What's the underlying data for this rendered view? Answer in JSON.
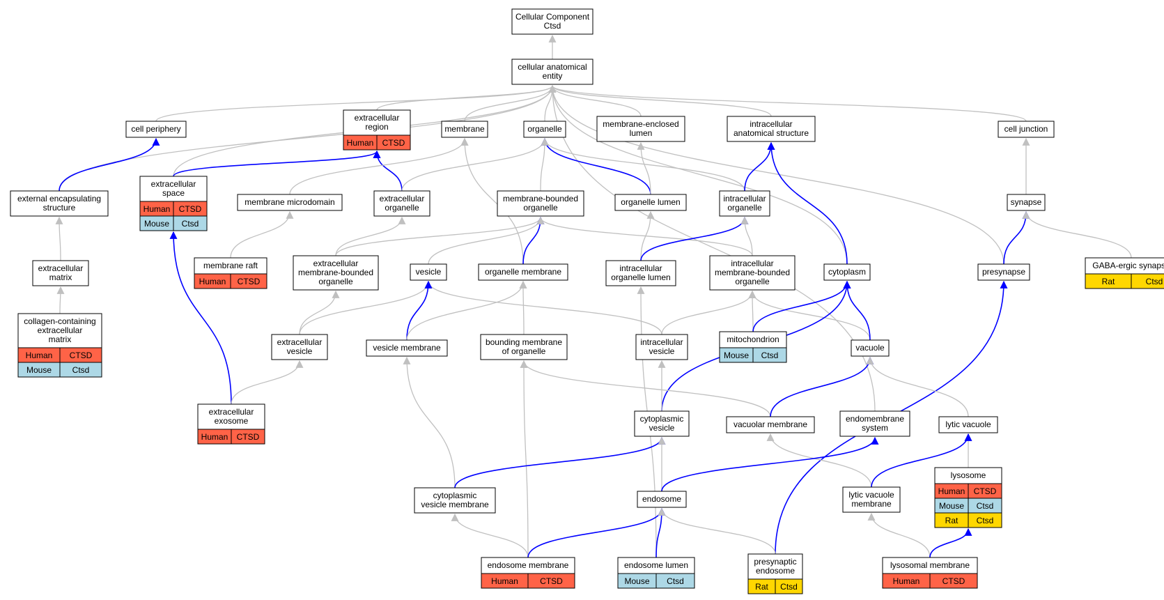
{
  "colors": {
    "Human": "#ff6347",
    "Mouse": "#add8e6",
    "Rat": "#ffd700",
    "is_a_edge": "#c0c0c0",
    "part_of_edge": "#0000ff"
  },
  "nodes": [
    {
      "id": "root",
      "lines": [
        "Cellular Component",
        "Ctsd"
      ],
      "annotations": []
    },
    {
      "id": "cae",
      "lines": [
        "cellular anatomical",
        "entity"
      ],
      "annotations": []
    },
    {
      "id": "cell_periphery",
      "lines": [
        "cell periphery"
      ],
      "annotations": []
    },
    {
      "id": "extracellular_region",
      "lines": [
        "extracellular",
        "region"
      ],
      "annotations": [
        {
          "species": "Human",
          "gene": "CTSD"
        }
      ]
    },
    {
      "id": "membrane",
      "lines": [
        "membrane"
      ],
      "annotations": []
    },
    {
      "id": "organelle",
      "lines": [
        "organelle"
      ],
      "annotations": []
    },
    {
      "id": "membrane_enclosed_lumen",
      "lines": [
        "membrane-enclosed",
        "lumen"
      ],
      "annotations": []
    },
    {
      "id": "intracellular_anatomical",
      "lines": [
        "intracellular",
        "anatomical structure"
      ],
      "annotations": []
    },
    {
      "id": "cell_junction",
      "lines": [
        "cell junction"
      ],
      "annotations": []
    },
    {
      "id": "external_encapsulating",
      "lines": [
        "external encapsulating",
        "structure"
      ],
      "annotations": []
    },
    {
      "id": "extracellular_space",
      "lines": [
        "extracellular",
        "space"
      ],
      "annotations": [
        {
          "species": "Human",
          "gene": "CTSD"
        },
        {
          "species": "Mouse",
          "gene": "Ctsd"
        }
      ]
    },
    {
      "id": "membrane_microdomain",
      "lines": [
        "membrane microdomain"
      ],
      "annotations": []
    },
    {
      "id": "extracellular_organelle",
      "lines": [
        "extracellular",
        "organelle"
      ],
      "annotations": []
    },
    {
      "id": "membrane_bounded_organelle",
      "lines": [
        "membrane-bounded",
        "organelle"
      ],
      "annotations": []
    },
    {
      "id": "organelle_lumen",
      "lines": [
        "organelle lumen"
      ],
      "annotations": []
    },
    {
      "id": "intracellular_organelle",
      "lines": [
        "intracellular",
        "organelle"
      ],
      "annotations": []
    },
    {
      "id": "synapse",
      "lines": [
        "synapse"
      ],
      "annotations": []
    },
    {
      "id": "extracellular_matrix",
      "lines": [
        "extracellular",
        "matrix"
      ],
      "annotations": []
    },
    {
      "id": "membrane_raft",
      "lines": [
        "membrane raft"
      ],
      "annotations": [
        {
          "species": "Human",
          "gene": "CTSD"
        }
      ]
    },
    {
      "id": "ec_mb_organelle",
      "lines": [
        "extracellular",
        "membrane-bounded",
        "organelle"
      ],
      "annotations": []
    },
    {
      "id": "vesicle",
      "lines": [
        "vesicle"
      ],
      "annotations": []
    },
    {
      "id": "organelle_membrane",
      "lines": [
        "organelle membrane"
      ],
      "annotations": []
    },
    {
      "id": "intracellular_organelle_lumen",
      "lines": [
        "intracellular",
        "organelle lumen"
      ],
      "annotations": []
    },
    {
      "id": "ic_mb_organelle",
      "lines": [
        "intracellular",
        "membrane-bounded",
        "organelle"
      ],
      "annotations": []
    },
    {
      "id": "cytoplasm",
      "lines": [
        "cytoplasm"
      ],
      "annotations": []
    },
    {
      "id": "presynapse",
      "lines": [
        "presynapse"
      ],
      "annotations": []
    },
    {
      "id": "gaba_synapse",
      "lines": [
        "GABA-ergic synapse"
      ],
      "annotations": [
        {
          "species": "Rat",
          "gene": "Ctsd"
        }
      ]
    },
    {
      "id": "collagen_ecm",
      "lines": [
        "collagen-containing",
        "extracellular",
        "matrix"
      ],
      "annotations": [
        {
          "species": "Human",
          "gene": "CTSD"
        },
        {
          "species": "Mouse",
          "gene": "Ctsd"
        }
      ]
    },
    {
      "id": "extracellular_vesicle",
      "lines": [
        "extracellular",
        "vesicle"
      ],
      "annotations": []
    },
    {
      "id": "vesicle_membrane",
      "lines": [
        "vesicle membrane"
      ],
      "annotations": []
    },
    {
      "id": "bounding_membrane",
      "lines": [
        "bounding membrane",
        "of organelle"
      ],
      "annotations": []
    },
    {
      "id": "intracellular_vesicle",
      "lines": [
        "intracellular",
        "vesicle"
      ],
      "annotations": []
    },
    {
      "id": "mitochondrion",
      "lines": [
        "mitochondrion"
      ],
      "annotations": [
        {
          "species": "Mouse",
          "gene": "Ctsd"
        }
      ]
    },
    {
      "id": "vacuole",
      "lines": [
        "vacuole"
      ],
      "annotations": []
    },
    {
      "id": "extracellular_exosome",
      "lines": [
        "extracellular",
        "exosome"
      ],
      "annotations": [
        {
          "species": "Human",
          "gene": "CTSD"
        }
      ]
    },
    {
      "id": "cytoplasmic_vesicle",
      "lines": [
        "cytoplasmic",
        "vesicle"
      ],
      "annotations": []
    },
    {
      "id": "vacuolar_membrane",
      "lines": [
        "vacuolar membrane"
      ],
      "annotations": []
    },
    {
      "id": "endomembrane_system",
      "lines": [
        "endomembrane",
        "system"
      ],
      "annotations": []
    },
    {
      "id": "lytic_vacuole",
      "lines": [
        "lytic vacuole"
      ],
      "annotations": []
    },
    {
      "id": "lysosome",
      "lines": [
        "lysosome"
      ],
      "annotations": [
        {
          "species": "Human",
          "gene": "CTSD"
        },
        {
          "species": "Mouse",
          "gene": "Ctsd"
        },
        {
          "species": "Rat",
          "gene": "Ctsd"
        }
      ]
    },
    {
      "id": "cytoplasmic_vesicle_membrane",
      "lines": [
        "cytoplasmic",
        "vesicle membrane"
      ],
      "annotations": []
    },
    {
      "id": "endosome",
      "lines": [
        "endosome"
      ],
      "annotations": []
    },
    {
      "id": "lytic_vacuole_membrane",
      "lines": [
        "lytic vacuole",
        "membrane"
      ],
      "annotations": []
    },
    {
      "id": "endosome_membrane",
      "lines": [
        "endosome membrane"
      ],
      "annotations": [
        {
          "species": "Human",
          "gene": "CTSD"
        }
      ]
    },
    {
      "id": "endosome_lumen",
      "lines": [
        "endosome lumen"
      ],
      "annotations": [
        {
          "species": "Mouse",
          "gene": "Ctsd"
        }
      ]
    },
    {
      "id": "presynaptic_endosome",
      "lines": [
        "presynaptic",
        "endosome"
      ],
      "annotations": [
        {
          "species": "Rat",
          "gene": "Ctsd"
        }
      ]
    },
    {
      "id": "lysosomal_membrane",
      "lines": [
        "lysosomal membrane"
      ],
      "annotations": [
        {
          "species": "Human",
          "gene": "CTSD"
        }
      ]
    }
  ],
  "edges": [
    {
      "from": "cae",
      "to": "root",
      "type": "is_a"
    },
    {
      "from": "cell_periphery",
      "to": "cae",
      "type": "is_a"
    },
    {
      "from": "extracellular_region",
      "to": "cae",
      "type": "is_a"
    },
    {
      "from": "membrane",
      "to": "cae",
      "type": "is_a"
    },
    {
      "from": "organelle",
      "to": "cae",
      "type": "is_a"
    },
    {
      "from": "membrane_enclosed_lumen",
      "to": "cae",
      "type": "is_a"
    },
    {
      "from": "intracellular_anatomical",
      "to": "cae",
      "type": "is_a"
    },
    {
      "from": "cell_junction",
      "to": "cae",
      "type": "is_a"
    },
    {
      "from": "external_encapsulating",
      "to": "cae",
      "type": "is_a"
    },
    {
      "from": "extracellular_space",
      "to": "cae",
      "type": "is_a"
    },
    {
      "from": "cytoplasm",
      "to": "cae",
      "type": "is_a"
    },
    {
      "from": "presynapse",
      "to": "cae",
      "type": "is_a"
    },
    {
      "from": "endomembrane_system",
      "to": "cae",
      "type": "is_a"
    },
    {
      "from": "external_encapsulating",
      "to": "cell_periphery",
      "type": "part_of"
    },
    {
      "from": "extracellular_space",
      "to": "extracellular_region",
      "type": "part_of"
    },
    {
      "from": "extracellular_organelle",
      "to": "extracellular_region",
      "type": "part_of"
    },
    {
      "from": "membrane_microdomain",
      "to": "membrane",
      "type": "is_a"
    },
    {
      "from": "organelle_membrane",
      "to": "membrane",
      "type": "is_a"
    },
    {
      "from": "extracellular_organelle",
      "to": "organelle",
      "type": "is_a"
    },
    {
      "from": "membrane_bounded_organelle",
      "to": "organelle",
      "type": "is_a"
    },
    {
      "from": "organelle_lumen",
      "to": "organelle",
      "type": "part_of"
    },
    {
      "from": "intracellular_organelle",
      "to": "organelle",
      "type": "is_a"
    },
    {
      "from": "organelle_lumen",
      "to": "membrane_enclosed_lumen",
      "type": "is_a"
    },
    {
      "from": "intracellular_organelle",
      "to": "intracellular_anatomical",
      "type": "part_of"
    },
    {
      "from": "cytoplasm",
      "to": "intracellular_anatomical",
      "type": "part_of"
    },
    {
      "from": "synapse",
      "to": "cell_junction",
      "type": "is_a"
    },
    {
      "from": "extracellular_matrix",
      "to": "external_encapsulating",
      "type": "is_a"
    },
    {
      "from": "extracellular_exosome",
      "to": "extracellular_space",
      "type": "part_of"
    },
    {
      "from": "membrane_raft",
      "to": "membrane_microdomain",
      "type": "is_a"
    },
    {
      "from": "ec_mb_organelle",
      "to": "extracellular_organelle",
      "type": "is_a"
    },
    {
      "from": "ec_mb_organelle",
      "to": "membrane_bounded_organelle",
      "type": "is_a"
    },
    {
      "from": "vesicle",
      "to": "membrane_bounded_organelle",
      "type": "is_a"
    },
    {
      "from": "organelle_membrane",
      "to": "membrane_bounded_organelle",
      "type": "part_of"
    },
    {
      "from": "ic_mb_organelle",
      "to": "membrane_bounded_organelle",
      "type": "is_a"
    },
    {
      "from": "intracellular_organelle_lumen",
      "to": "organelle_lumen",
      "type": "is_a"
    },
    {
      "from": "intracellular_organelle_lumen",
      "to": "intracellular_organelle",
      "type": "part_of"
    },
    {
      "from": "ic_mb_organelle",
      "to": "intracellular_organelle",
      "type": "is_a"
    },
    {
      "from": "presynapse",
      "to": "synapse",
      "type": "part_of"
    },
    {
      "from": "gaba_synapse",
      "to": "synapse",
      "type": "is_a"
    },
    {
      "from": "collagen_ecm",
      "to": "extracellular_matrix",
      "type": "is_a"
    },
    {
      "from": "extracellular_vesicle",
      "to": "ec_mb_organelle",
      "type": "is_a"
    },
    {
      "from": "extracellular_vesicle",
      "to": "vesicle",
      "type": "is_a"
    },
    {
      "from": "intracellular_vesicle",
      "to": "vesicle",
      "type": "is_a"
    },
    {
      "from": "vesicle_membrane",
      "to": "vesicle",
      "type": "part_of"
    },
    {
      "from": "vesicle_membrane",
      "to": "organelle_membrane",
      "type": "is_a"
    },
    {
      "from": "bounding_membrane",
      "to": "organelle_membrane",
      "type": "is_a"
    },
    {
      "from": "endosome_lumen",
      "to": "intracellular_organelle_lumen",
      "type": "is_a"
    },
    {
      "from": "intracellular_vesicle",
      "to": "ic_mb_organelle",
      "type": "is_a"
    },
    {
      "from": "mitochondrion",
      "to": "ic_mb_organelle",
      "type": "is_a"
    },
    {
      "from": "vacuole",
      "to": "ic_mb_organelle",
      "type": "is_a"
    },
    {
      "from": "mitochondrion",
      "to": "cytoplasm",
      "type": "part_of"
    },
    {
      "from": "vacuole",
      "to": "cytoplasm",
      "type": "part_of"
    },
    {
      "from": "cytoplasmic_vesicle",
      "to": "cytoplasm",
      "type": "part_of"
    },
    {
      "from": "presynaptic_endosome",
      "to": "presynapse",
      "type": "part_of"
    },
    {
      "from": "extracellular_exosome",
      "to": "extracellular_vesicle",
      "type": "is_a"
    },
    {
      "from": "cytoplasmic_vesicle_membrane",
      "to": "vesicle_membrane",
      "type": "is_a"
    },
    {
      "from": "vacuolar_membrane",
      "to": "bounding_membrane",
      "type": "is_a"
    },
    {
      "from": "endosome_membrane",
      "to": "bounding_membrane",
      "type": "is_a"
    },
    {
      "from": "cytoplasmic_vesicle",
      "to": "intracellular_vesicle",
      "type": "is_a"
    },
    {
      "from": "vacuolar_membrane",
      "to": "vacuole",
      "type": "part_of"
    },
    {
      "from": "lytic_vacuole",
      "to": "vacuole",
      "type": "is_a"
    },
    {
      "from": "cytoplasmic_vesicle_membrane",
      "to": "cytoplasmic_vesicle",
      "type": "part_of"
    },
    {
      "from": "endosome",
      "to": "cytoplasmic_vesicle",
      "type": "is_a"
    },
    {
      "from": "lytic_vacuole_membrane",
      "to": "vacuolar_membrane",
      "type": "is_a"
    },
    {
      "from": "endosome",
      "to": "endomembrane_system",
      "type": "part_of"
    },
    {
      "from": "lysosome",
      "to": "lytic_vacuole",
      "type": "is_a"
    },
    {
      "from": "lytic_vacuole_membrane",
      "to": "lytic_vacuole",
      "type": "part_of"
    },
    {
      "from": "endosome_membrane",
      "to": "cytoplasmic_vesicle_membrane",
      "type": "is_a"
    },
    {
      "from": "endosome_membrane",
      "to": "endosome",
      "type": "part_of"
    },
    {
      "from": "endosome_lumen",
      "to": "endosome",
      "type": "part_of"
    },
    {
      "from": "presynaptic_endosome",
      "to": "endosome",
      "type": "is_a"
    },
    {
      "from": "lysosomal_membrane",
      "to": "lytic_vacuole_membrane",
      "type": "is_a"
    },
    {
      "from": "lysosomal_membrane",
      "to": "lysosome",
      "type": "part_of"
    }
  ]
}
